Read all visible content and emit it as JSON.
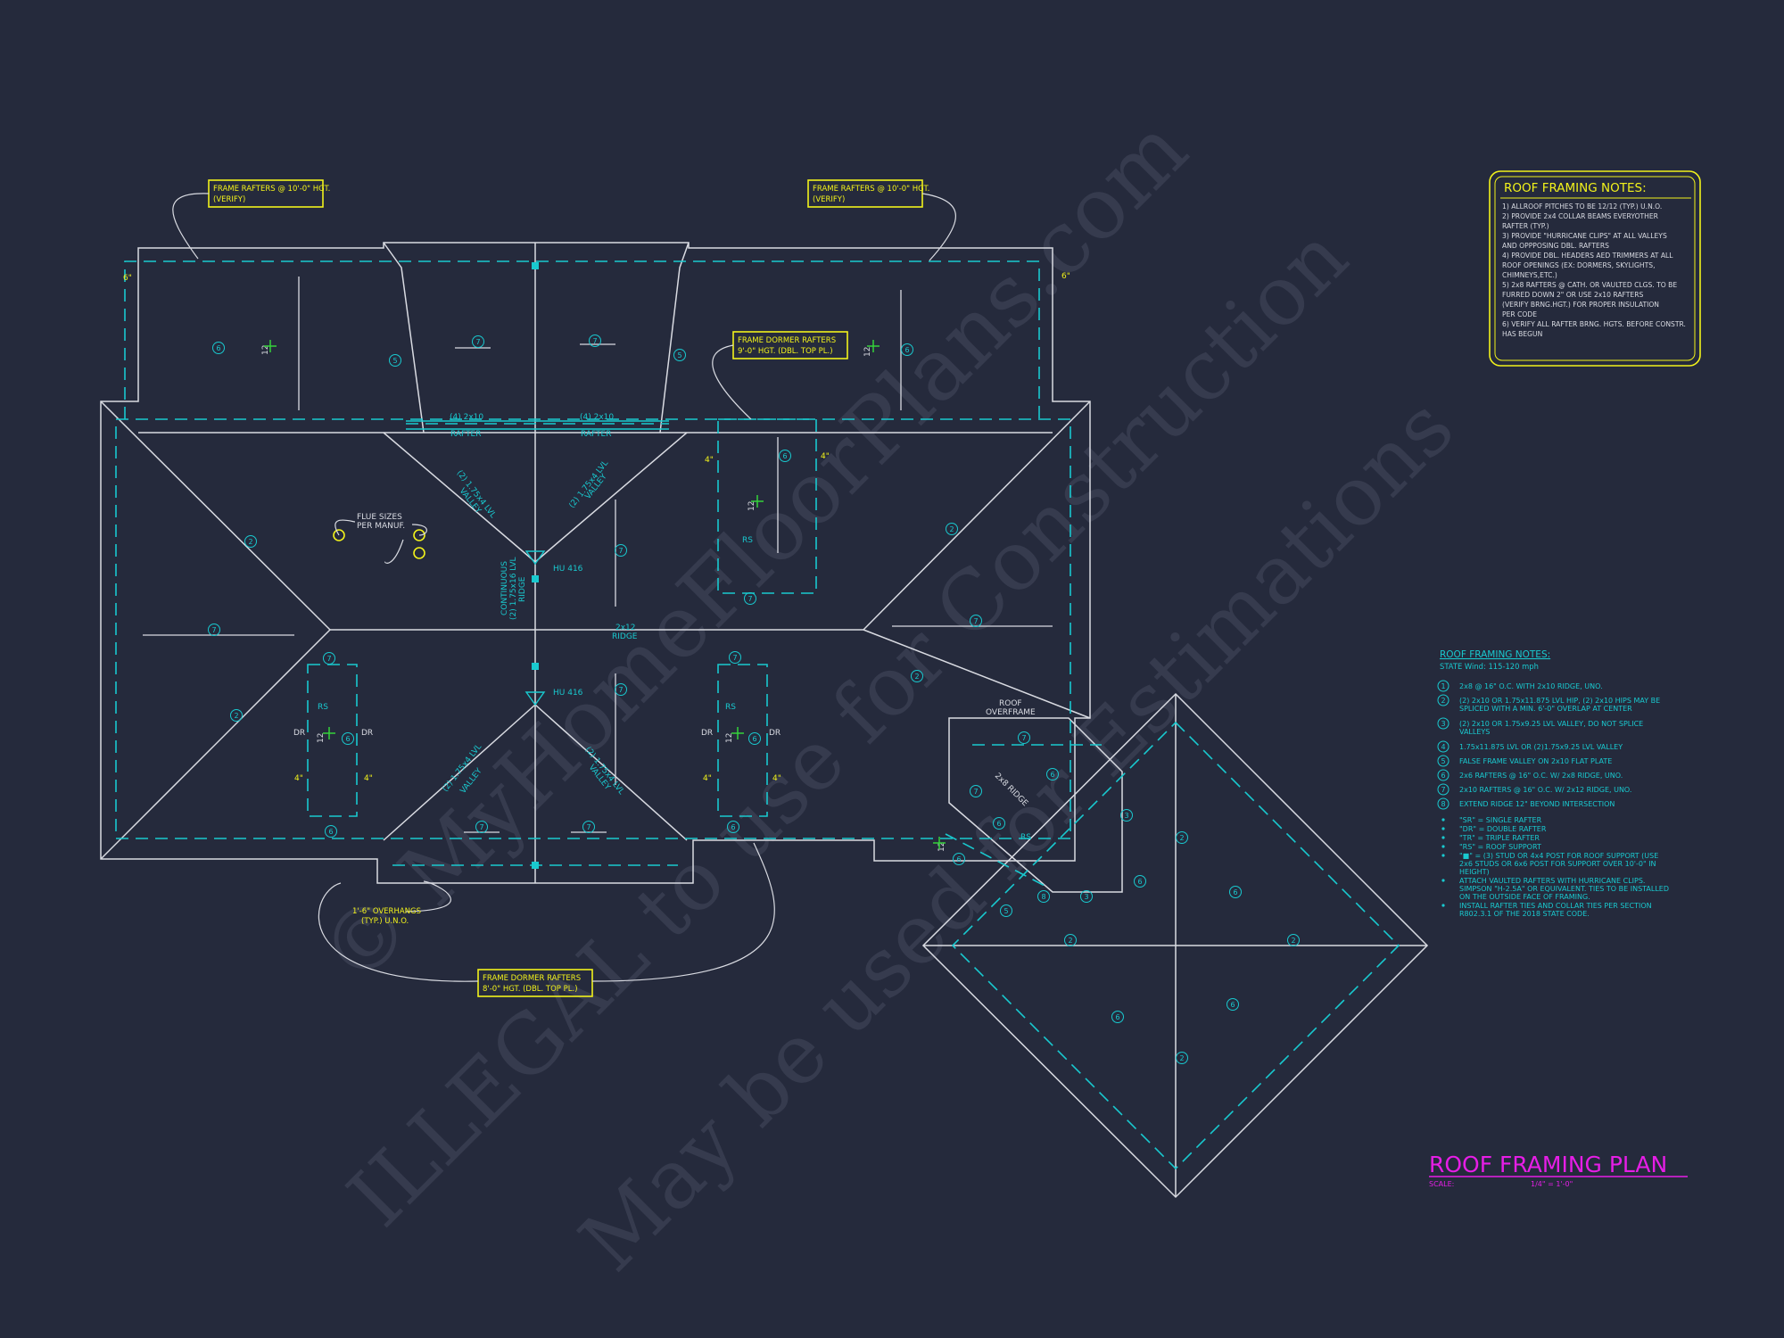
{
  "watermark": {
    "line1": "© MyHomeFloorPlans.com",
    "line2": "ILLEGAL to use for Construction",
    "line3": "May be used for Estimations"
  },
  "colors": {
    "background": "#252a3c",
    "linework": "#d9dbe2",
    "framing": "#19c9cf",
    "callout": "#f2f21b",
    "title": "#e61ee6",
    "marker_green": "#34d23a"
  },
  "callouts": {
    "left_rafters": [
      "FRAME RAFTERS @ 10'-0\" HGT.",
      "(VERIFY)"
    ],
    "right_rafters": [
      "FRAME RAFTERS @ 10'-0\" HGT.",
      "(VERIFY)"
    ],
    "dormer_upper": [
      "FRAME DORMER RAFTERS",
      "9'-0\" HGT. (DBL. TOP PL.)"
    ],
    "dormer_lower": [
      "FRAME DORMER RAFTERS",
      "8'-0\" HGT. (DBL. TOP PL.)"
    ],
    "overhangs": [
      "1'-6\" OVERHANGS",
      "(TYP.) U.N.O."
    ],
    "flue": [
      "FLUE SIZES",
      "PER MANUF."
    ]
  },
  "plan_labels": {
    "rafter_2x10": "(4) 2x10",
    "rafter_word": "RAFTER",
    "lvl_valley": "(2) 1.75x4 LVL",
    "valley_word": "VALLEY",
    "continuous_ridge": [
      "CONTINUOUS",
      "(2) 1.75x16 LVL",
      "RIDGE"
    ],
    "ridge_2x12": "2x12",
    "ridge_word": "RIDGE",
    "hu": "HU 416",
    "rs": "RS",
    "dr": "DR",
    "four_in": "4\"",
    "six_in": "6\"",
    "roof_overframe": [
      "ROOF",
      "OVERFRAME"
    ],
    "pitch": "12",
    "pitch_rise": "12",
    "overframe_ridge": "2x8 RIDGE"
  },
  "notes_box": {
    "title": "ROOF FRAMING NOTES:",
    "items": [
      "1) ALLROOF PITCHES TO BE 12/12 (TYP.) U.N.O.",
      "2) PROVIDE 2x4 COLLAR BEAMS EVERYOTHER",
      "    RAFTER (TYP.)",
      "3) PROVIDE \"HURRICANE CLIPS\" AT ALL VALLEYS",
      "    AND OPPPOSING DBL. RAFTERS",
      "4) PROVIDE DBL. HEADERS AED TRIMMERS AT ALL",
      "    ROOF OPENINGS (EX: DORMERS, SKYLIGHTS,",
      "    CHIMNEYS,ETC.)",
      "5) 2x8 RAFTERS @ CATH. OR VAULTED CLGS. TO BE",
      "    FURRED DOWN 2\" OR USE 2x10 RAFTERS",
      "    (VERIFY BRNG.HGT.) FOR PROPER INSULATION",
      "    PER CODE",
      "6) VERIFY ALL RAFTER BRNG. HGTS. BEFORE CONSTR.",
      "    HAS BEGUN"
    ]
  },
  "legend": {
    "title": "ROOF FRAMING NOTES:",
    "subtitle": "STATE Wind: 115-120 mph",
    "numbered": [
      {
        "num": "1",
        "lines": [
          "2x8 @ 16\" O.C. WITH 2x10 RIDGE, UNO."
        ]
      },
      {
        "num": "2",
        "lines": [
          "(2) 2x10 OR 1.75x11.875 LVL HIP, (2) 2x10 HIPS MAY BE",
          "SPLICED WITH A MIN. 6'-0\" OVERLAP AT CENTER"
        ]
      },
      {
        "num": "3",
        "lines": [
          "(2) 2x10 OR 1.75x9.25 LVL VALLEY, DO NOT SPLICE",
          "VALLEYS"
        ]
      },
      {
        "num": "4",
        "lines": [
          "1.75x11.875 LVL OR (2)1.75x9.25 LVL VALLEY"
        ]
      },
      {
        "num": "5",
        "lines": [
          "FALSE FRAME VALLEY ON 2x10 FLAT PLATE"
        ]
      },
      {
        "num": "6",
        "lines": [
          "2x6 RAFTERS @ 16\" O.C. W/ 2x8 RIDGE, UNO."
        ]
      },
      {
        "num": "7",
        "lines": [
          "2x10 RAFTERS @ 16\" O.C. W/ 2x12 RIDGE, UNO."
        ]
      },
      {
        "num": "8",
        "lines": [
          "EXTEND RIDGE 12\" BEYOND INTERSECTION"
        ]
      }
    ],
    "bullets": [
      [
        "\"SR\" = SINGLE RAFTER"
      ],
      [
        "\"DR\" = DOUBLE RAFTER"
      ],
      [
        "\"TR\" = TRIPLE RAFTER"
      ],
      [
        "\"RS\" = ROOF SUPPORT"
      ],
      [
        "\"■\" = (3) STUD OR 4x4 POST FOR ROOF SUPPORT (USE",
        "2x6 STUDS OR 6x6 POST FOR SUPPORT OVER 10'-0\" IN",
        "HEIGHT)"
      ],
      [
        "ATTACH VAULTED RAFTERS WITH HURRICANE CLIPS.",
        "SIMPSON \"H-2.5A\" OR EQUIVALENT. TIES TO BE INSTALLED",
        "ON THE OUTSIDE FACE OF FRAMING."
      ],
      [
        "INSTALL RAFTER TIES AND COLLAR TIES PER SECTION",
        "R802.3.1 OF THE 2018 STATE CODE."
      ]
    ]
  },
  "title_block": {
    "title": "ROOF FRAMING PLAN",
    "scale_label": "SCALE:",
    "scale_value": "1/4\" = 1'-0\""
  }
}
